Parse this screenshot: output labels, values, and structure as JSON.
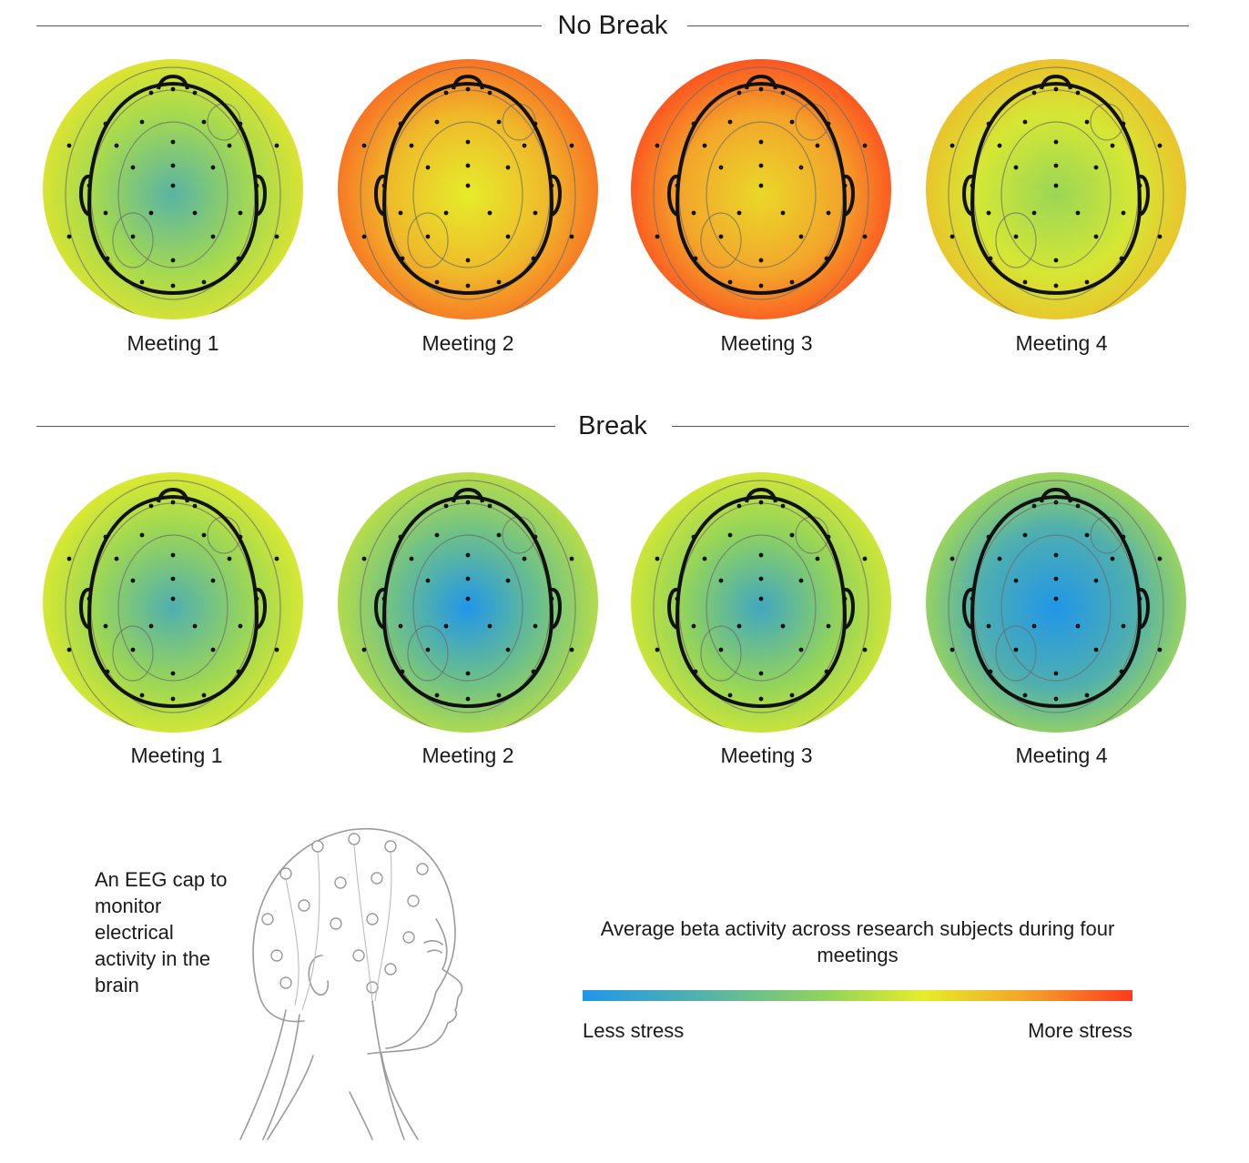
{
  "sections": [
    {
      "title": "No Break",
      "maps": [
        {
          "label": "Meeting 1",
          "stress_level": 0.3
        },
        {
          "label": "Meeting 2",
          "stress_level": 0.68
        },
        {
          "label": "Meeting 3",
          "stress_level": 0.75
        },
        {
          "label": "Meeting 4",
          "stress_level": 0.45
        }
      ]
    },
    {
      "title": "Break",
      "maps": [
        {
          "label": "Meeting 1",
          "stress_level": 0.28
        },
        {
          "label": "Meeting 2",
          "stress_level": 0.18
        },
        {
          "label": "Meeting 3",
          "stress_level": 0.25
        },
        {
          "label": "Meeting 4",
          "stress_level": 0.1
        }
      ]
    }
  ],
  "caption": "An EEG cap to monitor electrical activity in the brain",
  "legend": {
    "title": "Average beta activity across research subjects during four meetings",
    "low_label": "Less stress",
    "high_label": "More stress",
    "colors": [
      "#2196e8",
      "#93d45a",
      "#e6ec2a",
      "#f3a62a",
      "#ff3b1e"
    ]
  }
}
